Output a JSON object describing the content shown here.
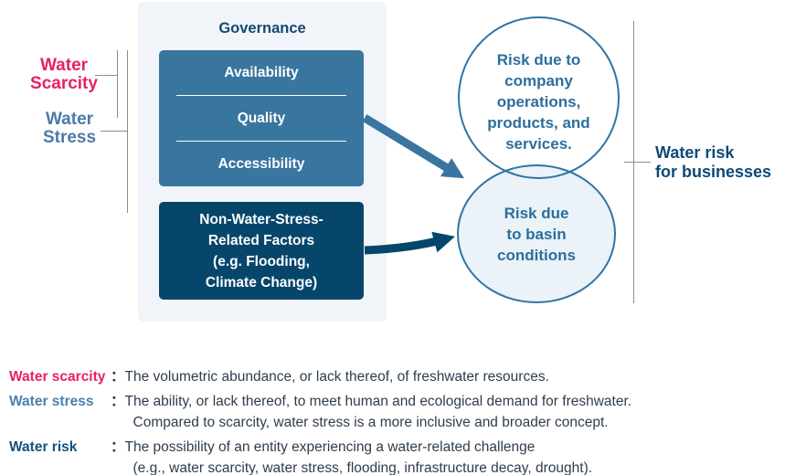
{
  "colors": {
    "panel_bg": "#f1f5f9",
    "factor_box_blue": "#38759f",
    "non_stress_box_navy": "#06466b",
    "circle_stroke": "#2e75a3",
    "basin_circle_fill": "#ebf2f8",
    "circle_text": "#2c6e9d",
    "scarcity_pink": "#e82160",
    "stress_blue": "#4a7ba6",
    "water_risk_navy": "#0e4a75",
    "body_text": "#2e3d4d",
    "bracket_gray": "#8c8c8c",
    "arrow_blue": "#38759f",
    "arrow_navy": "#06466b"
  },
  "diagram": {
    "governance_title": "Governance",
    "factors": [
      "Availability",
      "Quality",
      "Accessibility"
    ],
    "non_stress_lines": [
      "Non-Water-Stress-",
      "Related Factors",
      "(e.g. Flooding,",
      "Climate Change)"
    ],
    "left_labels": {
      "scarcity_lines": [
        "Water",
        "Scarcity"
      ],
      "stress_lines": [
        "Water",
        "Stress"
      ]
    },
    "company_circle_lines": [
      "Risk due to",
      "company",
      "operations,",
      "products, and",
      "services."
    ],
    "basin_circle_lines": [
      "Risk due",
      "to basin",
      "conditions"
    ],
    "right_label_lines": [
      "Water risk",
      "for businesses"
    ]
  },
  "definitions": {
    "colon": "：",
    "rows": [
      {
        "term": "Water scarcity",
        "color": "#e8215f",
        "lines": [
          "The volumetric abundance, or lack thereof, of freshwater resources."
        ]
      },
      {
        "term": "Water stress",
        "color": "#4a7fae",
        "lines": [
          "The ability, or lack thereof, to meet human and ecological demand for freshwater.",
          "Compared to scarcity, water stress is a more inclusive and broader concept."
        ]
      },
      {
        "term": "Water risk",
        "color": "#16527e",
        "lines": [
          "The possibility of an entity experiencing a water-related challenge",
          "(e.g., water scarcity, water stress, flooding, infrastructure decay, drought)."
        ]
      }
    ]
  }
}
